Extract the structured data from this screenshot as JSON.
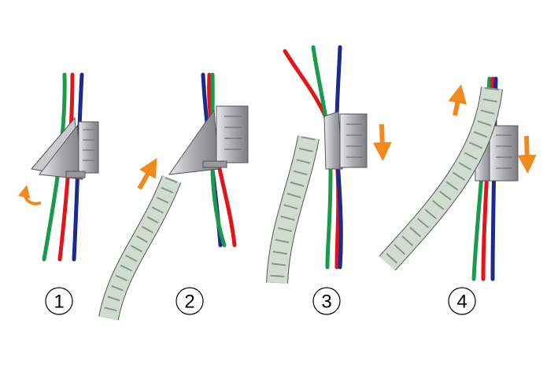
{
  "steps": [
    {
      "number": "1"
    },
    {
      "number": "2"
    },
    {
      "number": "3"
    },
    {
      "number": "4"
    }
  ],
  "colors": {
    "wire_green": "#1a9a4a",
    "wire_red": "#e3141c",
    "wire_blue": "#1c2a8c",
    "tool": "#a9abae",
    "wrap": "#cfdccf",
    "arrow": "#f08a1c"
  }
}
